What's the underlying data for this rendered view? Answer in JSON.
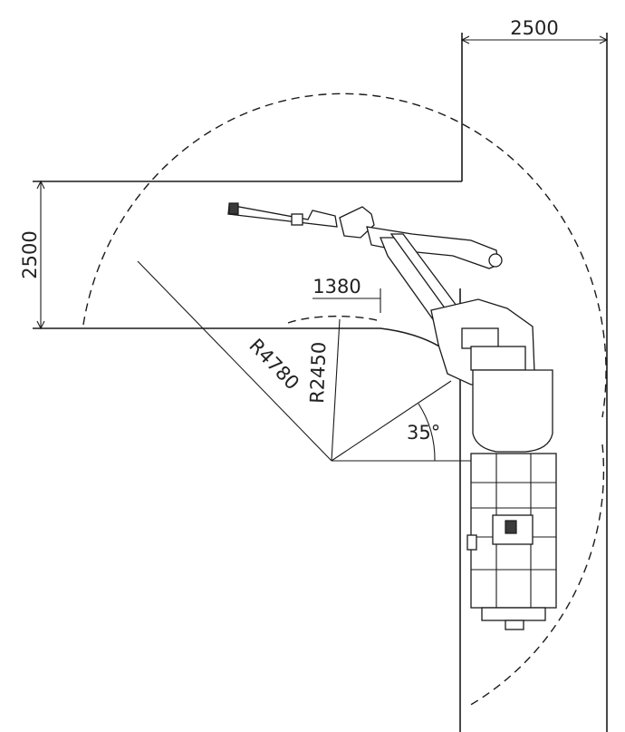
{
  "dimensions": {
    "top_width": "2500",
    "left_width": "2500",
    "offset": "1380",
    "outer_radius": "R4780",
    "inner_radius": "R2450",
    "angle": "35°"
  }
}
